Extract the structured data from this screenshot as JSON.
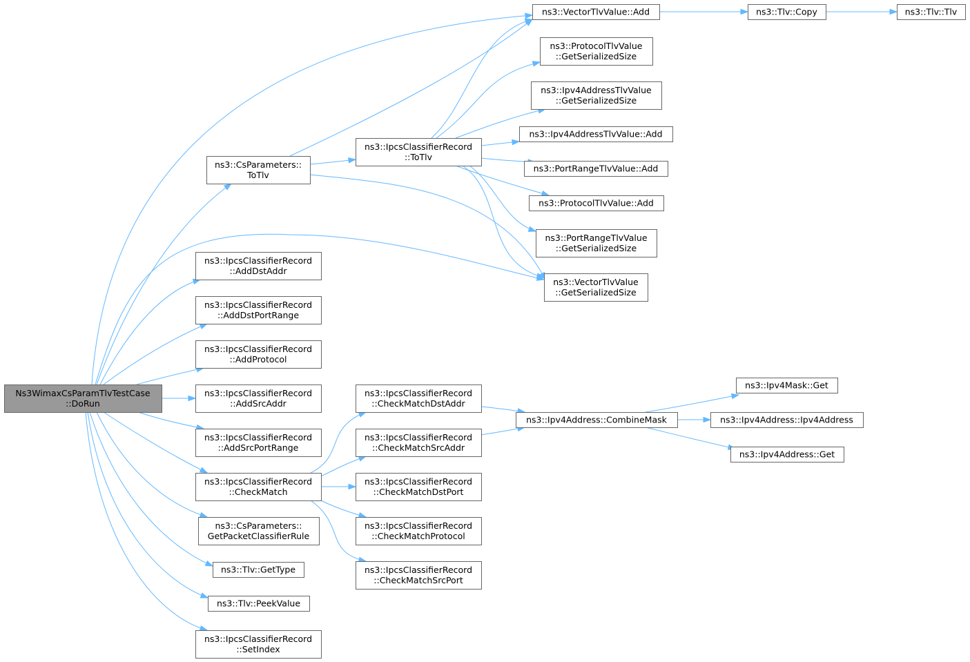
{
  "graph": {
    "root": "n_run",
    "colors": {
      "edge": "#63b8ff",
      "node_border": "#666666",
      "root_fill": "#999999",
      "node_fill": "#ffffff"
    },
    "nodes": [
      {
        "id": "n_run",
        "lines": [
          "Ns3WimaxCsParamTlvTestCase",
          "::DoRun"
        ]
      },
      {
        "id": "n_vadd",
        "lines": [
          "ns3::VectorTlvValue::Add"
        ]
      },
      {
        "id": "n_copy",
        "lines": [
          "ns3::Tlv::Copy"
        ]
      },
      {
        "id": "n_tlv",
        "lines": [
          "ns3::Tlv::Tlv"
        ]
      },
      {
        "id": "n_ptgs",
        "lines": [
          "ns3::ProtocolTlvValue",
          "::GetSerializedSize"
        ]
      },
      {
        "id": "n_i4gs",
        "lines": [
          "ns3::Ipv4AddressTlvValue",
          "::GetSerializedSize"
        ]
      },
      {
        "id": "n_i4add",
        "lines": [
          "ns3::Ipv4AddressTlvValue::Add"
        ]
      },
      {
        "id": "n_pradd",
        "lines": [
          "ns3::PortRangeTlvValue::Add"
        ]
      },
      {
        "id": "n_ptadd",
        "lines": [
          "ns3::ProtocolTlvValue::Add"
        ]
      },
      {
        "id": "n_prgs",
        "lines": [
          "ns3::PortRangeTlvValue",
          "::GetSerializedSize"
        ]
      },
      {
        "id": "n_vgs",
        "lines": [
          "ns3::VectorTlvValue",
          "::GetSerializedSize"
        ]
      },
      {
        "id": "n_cstotlv",
        "lines": [
          "ns3::CsParameters::",
          "ToTlv"
        ]
      },
      {
        "id": "n_ictotlv",
        "lines": [
          "ns3::IpcsClassifierRecord",
          "::ToTlv"
        ]
      },
      {
        "id": "n_adddst",
        "lines": [
          "ns3::IpcsClassifierRecord",
          "::AddDstAddr"
        ]
      },
      {
        "id": "n_adddstport",
        "lines": [
          "ns3::IpcsClassifierRecord",
          "::AddDstPortRange"
        ]
      },
      {
        "id": "n_addproto",
        "lines": [
          "ns3::IpcsClassifierRecord",
          "::AddProtocol"
        ]
      },
      {
        "id": "n_addsrc",
        "lines": [
          "ns3::IpcsClassifierRecord",
          "::AddSrcAddr"
        ]
      },
      {
        "id": "n_addsrcport",
        "lines": [
          "ns3::IpcsClassifierRecord",
          "::AddSrcPortRange"
        ]
      },
      {
        "id": "n_checkmatch",
        "lines": [
          "ns3::IpcsClassifierRecord",
          "::CheckMatch"
        ]
      },
      {
        "id": "n_getrule",
        "lines": [
          "ns3::CsParameters::",
          "GetPacketClassifierRule"
        ]
      },
      {
        "id": "n_gettype",
        "lines": [
          "ns3::Tlv::GetType"
        ]
      },
      {
        "id": "n_peek",
        "lines": [
          "ns3::Tlv::PeekValue"
        ]
      },
      {
        "id": "n_setindex",
        "lines": [
          "ns3::IpcsClassifierRecord",
          "::SetIndex"
        ]
      },
      {
        "id": "n_cmdstaddr",
        "lines": [
          "ns3::IpcsClassifierRecord",
          "::CheckMatchDstAddr"
        ]
      },
      {
        "id": "n_cmsrcaddr",
        "lines": [
          "ns3::IpcsClassifierRecord",
          "::CheckMatchSrcAddr"
        ]
      },
      {
        "id": "n_cmdstport",
        "lines": [
          "ns3::IpcsClassifierRecord",
          "::CheckMatchDstPort"
        ]
      },
      {
        "id": "n_cmproto",
        "lines": [
          "ns3::IpcsClassifierRecord",
          "::CheckMatchProtocol"
        ]
      },
      {
        "id": "n_cmsrcport",
        "lines": [
          "ns3::IpcsClassifierRecord",
          "::CheckMatchSrcPort"
        ]
      },
      {
        "id": "n_combine",
        "lines": [
          "ns3::Ipv4Address::CombineMask"
        ]
      },
      {
        "id": "n_maskget",
        "lines": [
          "ns3::Ipv4Mask::Get"
        ]
      },
      {
        "id": "n_i4ctor",
        "lines": [
          "ns3::Ipv4Address::Ipv4Address"
        ]
      },
      {
        "id": "n_i4get",
        "lines": [
          "ns3::Ipv4Address::Get"
        ]
      }
    ],
    "edges": [
      {
        "from": "n_run",
        "to": "n_vadd"
      },
      {
        "from": "n_run",
        "to": "n_cstotlv"
      },
      {
        "from": "n_run",
        "to": "n_vgs"
      },
      {
        "from": "n_run",
        "to": "n_adddst"
      },
      {
        "from": "n_run",
        "to": "n_adddstport"
      },
      {
        "from": "n_run",
        "to": "n_addproto"
      },
      {
        "from": "n_run",
        "to": "n_addsrc"
      },
      {
        "from": "n_run",
        "to": "n_addsrcport"
      },
      {
        "from": "n_run",
        "to": "n_checkmatch"
      },
      {
        "from": "n_run",
        "to": "n_getrule"
      },
      {
        "from": "n_run",
        "to": "n_gettype"
      },
      {
        "from": "n_run",
        "to": "n_peek"
      },
      {
        "from": "n_run",
        "to": "n_setindex"
      },
      {
        "from": "n_vadd",
        "to": "n_copy"
      },
      {
        "from": "n_copy",
        "to": "n_tlv"
      },
      {
        "from": "n_cstotlv",
        "to": "n_vadd"
      },
      {
        "from": "n_cstotlv",
        "to": "n_ictotlv"
      },
      {
        "from": "n_cstotlv",
        "to": "n_vgs"
      },
      {
        "from": "n_ictotlv",
        "to": "n_vadd"
      },
      {
        "from": "n_ictotlv",
        "to": "n_ptgs"
      },
      {
        "from": "n_ictotlv",
        "to": "n_i4gs"
      },
      {
        "from": "n_ictotlv",
        "to": "n_i4add"
      },
      {
        "from": "n_ictotlv",
        "to": "n_pradd"
      },
      {
        "from": "n_ictotlv",
        "to": "n_ptadd"
      },
      {
        "from": "n_ictotlv",
        "to": "n_prgs"
      },
      {
        "from": "n_ictotlv",
        "to": "n_vgs"
      },
      {
        "from": "n_checkmatch",
        "to": "n_cmdstaddr"
      },
      {
        "from": "n_checkmatch",
        "to": "n_cmsrcaddr"
      },
      {
        "from": "n_checkmatch",
        "to": "n_cmdstport"
      },
      {
        "from": "n_checkmatch",
        "to": "n_cmproto"
      },
      {
        "from": "n_checkmatch",
        "to": "n_cmsrcport"
      },
      {
        "from": "n_cmdstaddr",
        "to": "n_combine"
      },
      {
        "from": "n_cmsrcaddr",
        "to": "n_combine"
      },
      {
        "from": "n_combine",
        "to": "n_maskget"
      },
      {
        "from": "n_combine",
        "to": "n_i4ctor"
      },
      {
        "from": "n_combine",
        "to": "n_i4get"
      }
    ]
  }
}
